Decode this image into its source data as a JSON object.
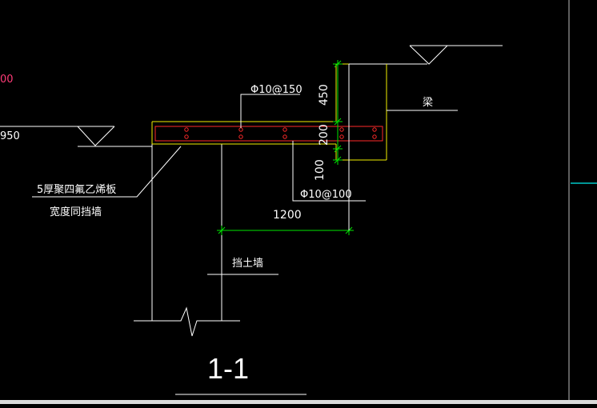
{
  "colors": {
    "background": "#000000",
    "white": "#ffffff",
    "yellow": "#f2f000",
    "green": "#00e600",
    "red": "#ff2a2a",
    "magenta": "#ff3c78",
    "cyan": "#00c8c8"
  },
  "labels": {
    "left_edge_top": "00",
    "left_edge_elev": "950",
    "rebar_top": "Φ10@150",
    "rebar_bottom": "Φ10@100",
    "beam": "梁",
    "board_line1": "5厚聚四氟乙烯板",
    "board_line2": "宽度同挡墙",
    "retaining_wall": "挡土墙",
    "section": "1-1"
  },
  "dimensions": {
    "dim_450": "450",
    "dim_200": "200",
    "dim_100": "100",
    "dim_1200": "1200"
  }
}
